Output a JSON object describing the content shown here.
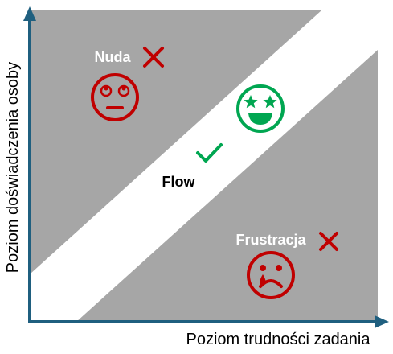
{
  "axes": {
    "x_label": "Poziom trudności zadania",
    "y_label": "Poziom doświadczenia osoby"
  },
  "zones": {
    "boredom": {
      "label": "Nuda",
      "face": "rolling-eyes-face-icon",
      "mark": "cross-icon",
      "color": "#c00000"
    },
    "flow": {
      "label": "Flow",
      "face": "star-struck-face-icon",
      "mark": "check-icon",
      "color": "#00a651"
    },
    "frustration": {
      "label": "Frustracja",
      "face": "crying-face-icon",
      "mark": "cross-icon",
      "color": "#c00000"
    }
  },
  "colors": {
    "zone_fill": "#a6a6a6",
    "flow_channel": "#ffffff",
    "axis": "#1f5f7f"
  }
}
